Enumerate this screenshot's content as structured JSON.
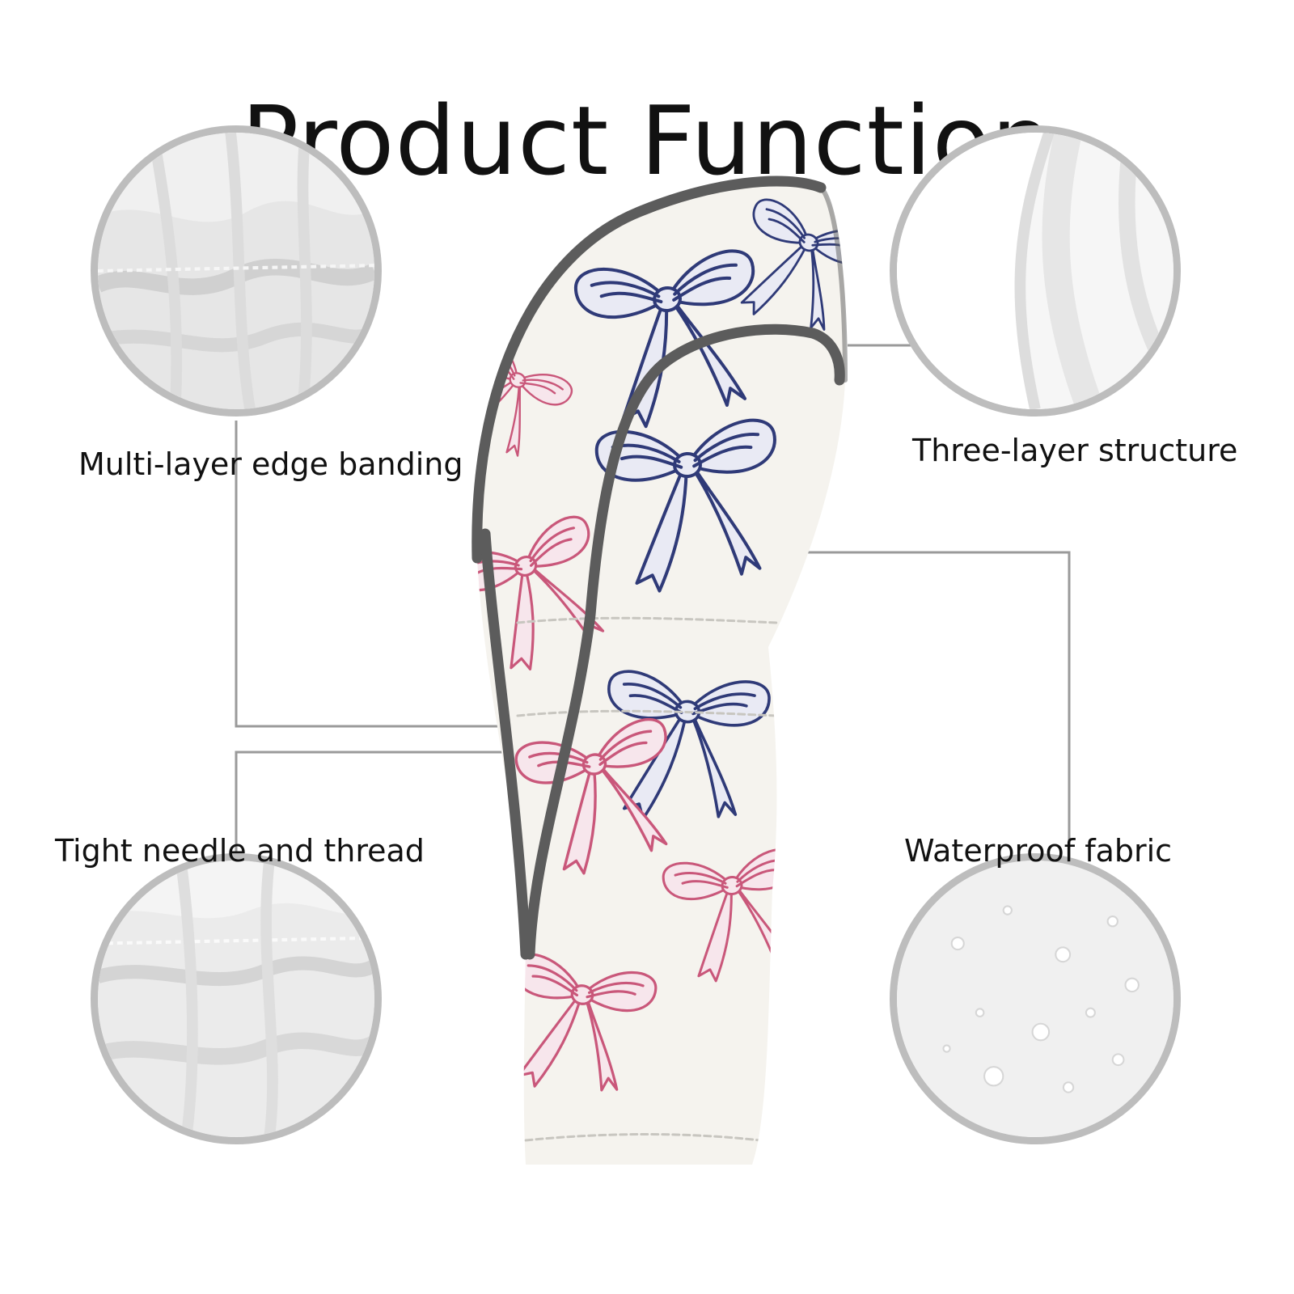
{
  "title": "Product Function",
  "features": {
    "top_left": "Multi-layer edge banding",
    "top_right": "Three-layer structure",
    "bottom_left": "Tight needle and thread",
    "bottom_right": "Waterproof fabric"
  },
  "colors": {
    "bow_navy": "#2f3a78",
    "bow_pink": "#c9577a",
    "trim": "#5c5c5c",
    "fabric": "#f5f3ee",
    "circle_border": "#bdbdbd",
    "leader_line": "#9a9a9a"
  }
}
